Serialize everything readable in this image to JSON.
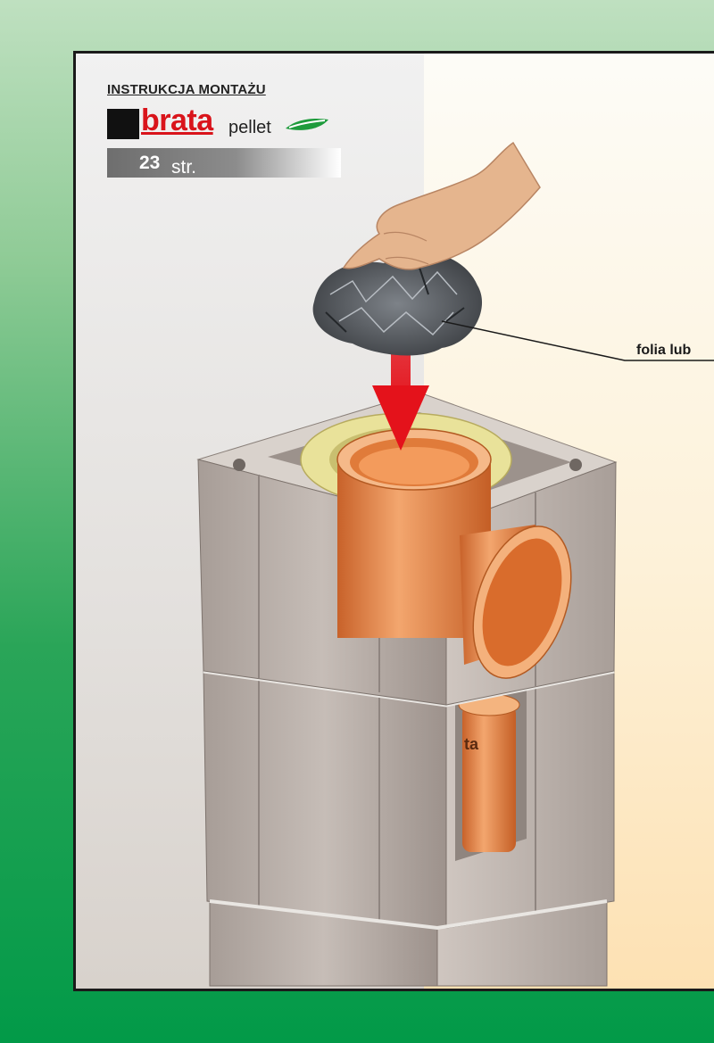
{
  "header": {
    "title": "INSTRUKCJA MONTAŻU",
    "brand_primary": "brata",
    "brand_secondary": "pellet",
    "page_prefix": "str.",
    "page_number": "23"
  },
  "callout": {
    "label": "folia lub"
  },
  "block_text": "ta",
  "colors": {
    "brand_red": "#d9141b",
    "leaf_green": "#1e9b3c",
    "arrow_red": "#e4121b",
    "pipe_orange": "#e88a4a",
    "insulation_yellow": "#e9e29a",
    "block_grey": "#b8afa9"
  },
  "icons": [
    "hand-icon",
    "crumpled-foil-icon",
    "down-arrow-icon",
    "leaf-icon"
  ]
}
